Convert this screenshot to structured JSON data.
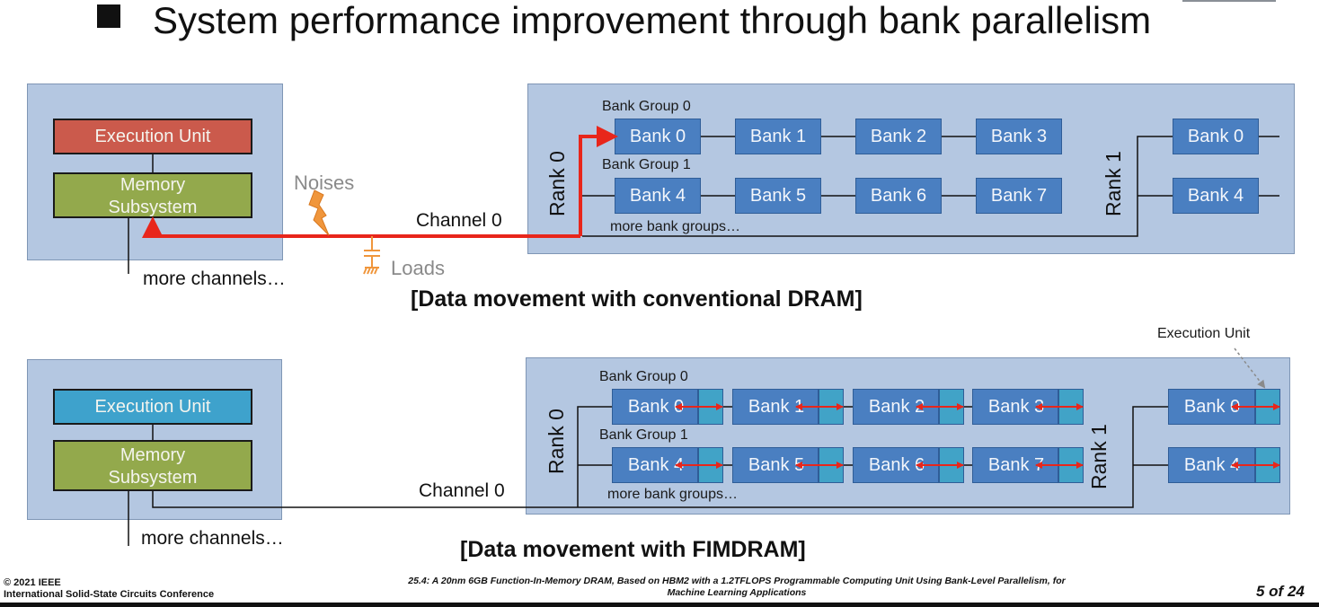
{
  "slide": {
    "title": "System performance improvement through bank parallelism",
    "bullet_icon": "square-bullet-icon"
  },
  "conventional": {
    "caption": "[Data movement with conventional DRAM]",
    "host": {
      "execution_unit": "Execution Unit",
      "memory_subsystem_line1": "Memory",
      "memory_subsystem_line2": "Subsystem",
      "more_channels": "more channels…"
    },
    "channel_label": "Channel 0",
    "noises_label": "Noises",
    "loads_label": "Loads",
    "rank0": {
      "label": "Rank 0",
      "bank_group_0": "Bank Group 0",
      "bank_group_1": "Bank Group 1",
      "more_bank_groups": "more bank groups…",
      "row0": [
        "Bank 0",
        "Bank 1",
        "Bank 2",
        "Bank 3"
      ],
      "row1": [
        "Bank 4",
        "Bank 5",
        "Bank 6",
        "Bank 7"
      ]
    },
    "rank1": {
      "label": "Rank 1",
      "row0": [
        "Bank 0"
      ],
      "row1": [
        "Bank 4"
      ]
    },
    "colors": {
      "data_path": "#e8261b",
      "noise": "#f0963c",
      "execution_unit": "#cb5a4c"
    }
  },
  "fimdram": {
    "caption": "[Data movement with FIMDRAM]",
    "execution_unit_callout": "Execution Unit",
    "host": {
      "execution_unit": "Execution Unit",
      "memory_subsystem_line1": "Memory",
      "memory_subsystem_line2": "Subsystem",
      "more_channels": "more channels…"
    },
    "channel_label": "Channel 0",
    "rank0": {
      "label": "Rank 0",
      "bank_group_0": "Bank Group 0",
      "bank_group_1": "Bank Group 1",
      "more_bank_groups": "more bank groups…",
      "row0": [
        "Bank 0",
        "Bank 1",
        "Bank 2",
        "Bank 3"
      ],
      "row1": [
        "Bank 4",
        "Bank 5",
        "Bank 6",
        "Bank 7"
      ]
    },
    "rank1": {
      "label": "Rank 1",
      "row0": [
        "Bank 0"
      ],
      "row1": [
        "Bank 4"
      ]
    },
    "colors": {
      "execution_unit": "#3ea2cc",
      "pim_unit": "#41a3c7",
      "data_path": "#e8261b"
    }
  },
  "footer": {
    "copyright": "© 2021 IEEE",
    "conference": "International Solid-State Circuits Conference",
    "paper_line1": "25.4: A 20nm 6GB Function-In-Memory DRAM, Based on HBM2 with a 1.2TFLOPS Programmable Computing Unit Using Bank-Level Parallelism, for",
    "paper_line2": "Machine Learning Applications",
    "page": "5 of 24"
  }
}
